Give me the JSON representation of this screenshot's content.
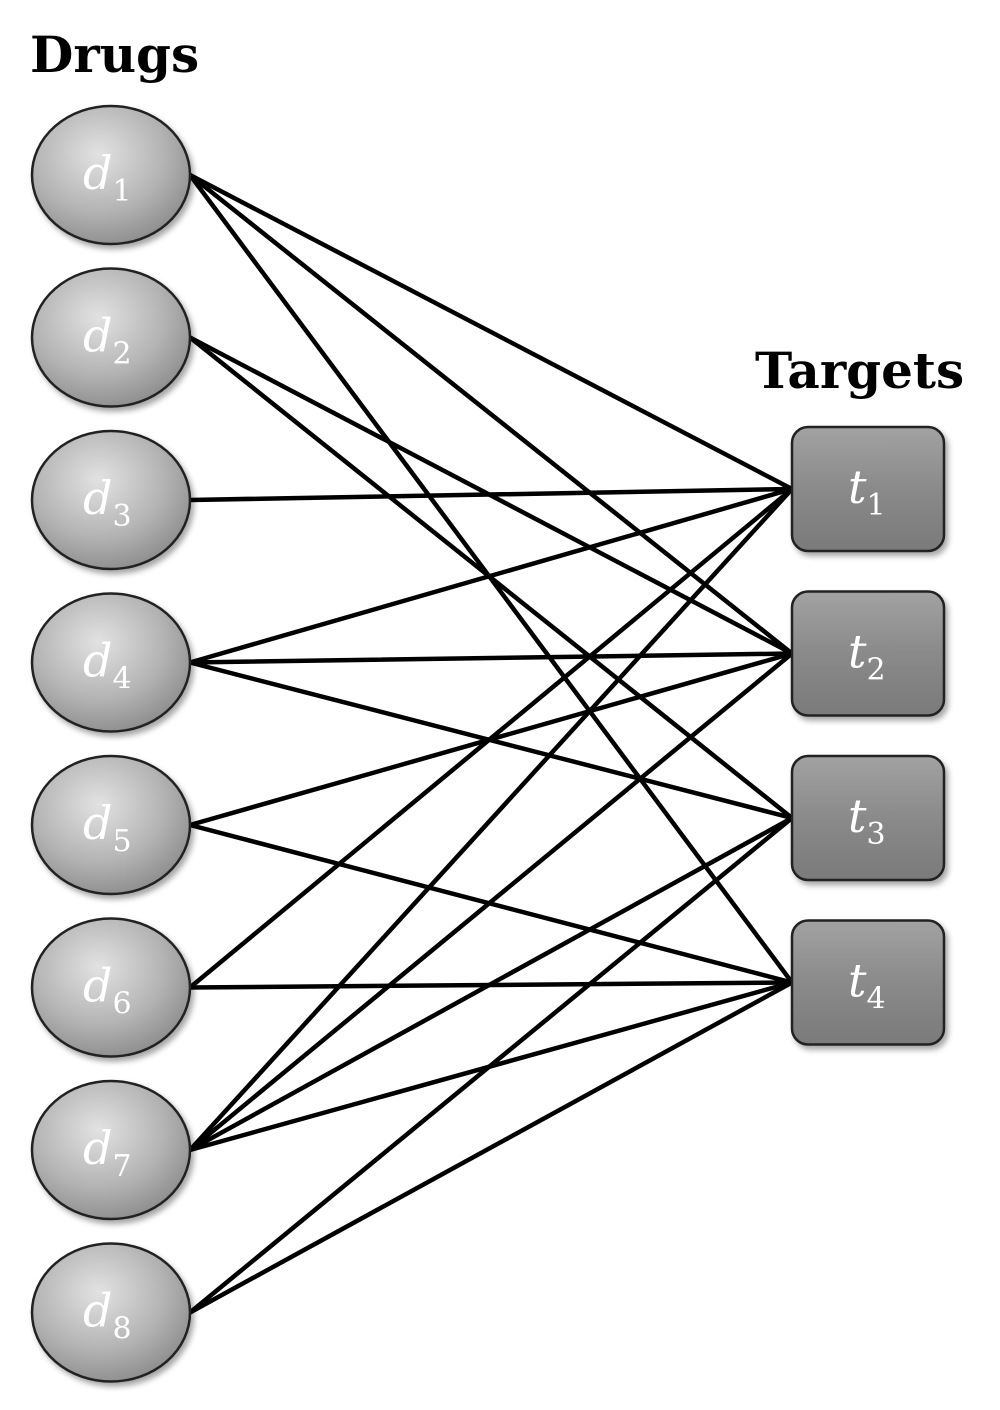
{
  "titles": {
    "drugs": "Drugs",
    "targets": "Targets"
  },
  "drugs": [
    {
      "id": "d1",
      "letter": "d",
      "sub": "1"
    },
    {
      "id": "d2",
      "letter": "d",
      "sub": "2"
    },
    {
      "id": "d3",
      "letter": "d",
      "sub": "3"
    },
    {
      "id": "d4",
      "letter": "d",
      "sub": "4"
    },
    {
      "id": "d5",
      "letter": "d",
      "sub": "5"
    },
    {
      "id": "d6",
      "letter": "d",
      "sub": "6"
    },
    {
      "id": "d7",
      "letter": "d",
      "sub": "7"
    },
    {
      "id": "d8",
      "letter": "d",
      "sub": "8"
    }
  ],
  "targets": [
    {
      "id": "t1",
      "letter": "t",
      "sub": "1"
    },
    {
      "id": "t2",
      "letter": "t",
      "sub": "2"
    },
    {
      "id": "t3",
      "letter": "t",
      "sub": "3"
    },
    {
      "id": "t4",
      "letter": "t",
      "sub": "4"
    }
  ],
  "edges": [
    [
      "d1",
      "t1"
    ],
    [
      "d1",
      "t2"
    ],
    [
      "d1",
      "t4"
    ],
    [
      "d2",
      "t2"
    ],
    [
      "d2",
      "t3"
    ],
    [
      "d3",
      "t1"
    ],
    [
      "d4",
      "t1"
    ],
    [
      "d4",
      "t2"
    ],
    [
      "d4",
      "t3"
    ],
    [
      "d5",
      "t2"
    ],
    [
      "d5",
      "t4"
    ],
    [
      "d6",
      "t1"
    ],
    [
      "d6",
      "t4"
    ],
    [
      "d7",
      "t1"
    ],
    [
      "d7",
      "t2"
    ],
    [
      "d7",
      "t3"
    ],
    [
      "d7",
      "t4"
    ],
    [
      "d8",
      "t3"
    ],
    [
      "d8",
      "t4"
    ]
  ],
  "colors": {
    "edge": "#000000",
    "drug_fill_light": "#dcdcdc",
    "drug_fill_dark": "#8f8f8f",
    "target_fill": "#8c8c8c",
    "node_outline": "#222222",
    "label": "#ffffff"
  }
}
